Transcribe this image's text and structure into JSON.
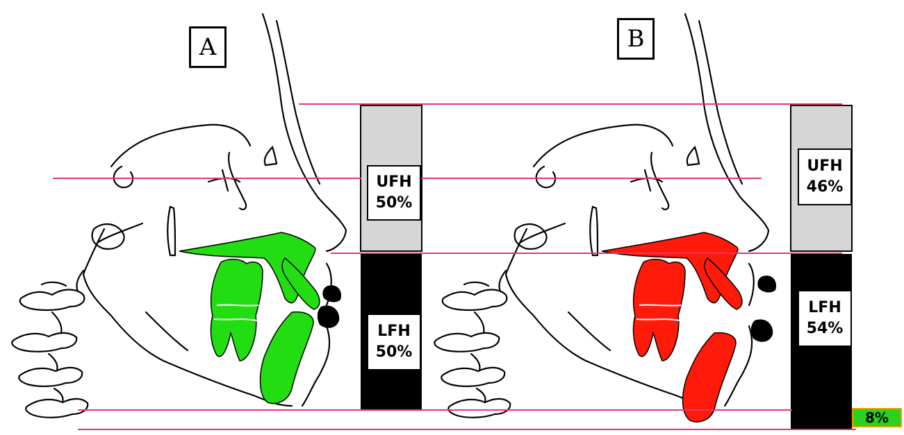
{
  "panels": [
    {
      "letter": "A",
      "teeth_color": "#22dd11",
      "ufh_label": "UFH",
      "ufh_value": "50%",
      "lfh_label": "LFH",
      "lfh_value": "50%"
    },
    {
      "letter": "B",
      "teeth_color": "#ff1a0a",
      "ufh_label": "UFH",
      "ufh_value": "46%",
      "lfh_label": "LFH",
      "lfh_value": "54%"
    }
  ],
  "difference_badge": "8%",
  "colors": {
    "reference_line": "#e0357a",
    "ufh_bar": "#d6d6d6",
    "lfh_bar": "#000000",
    "badge": "#2bd11c",
    "badge_border": "#e0a400"
  }
}
